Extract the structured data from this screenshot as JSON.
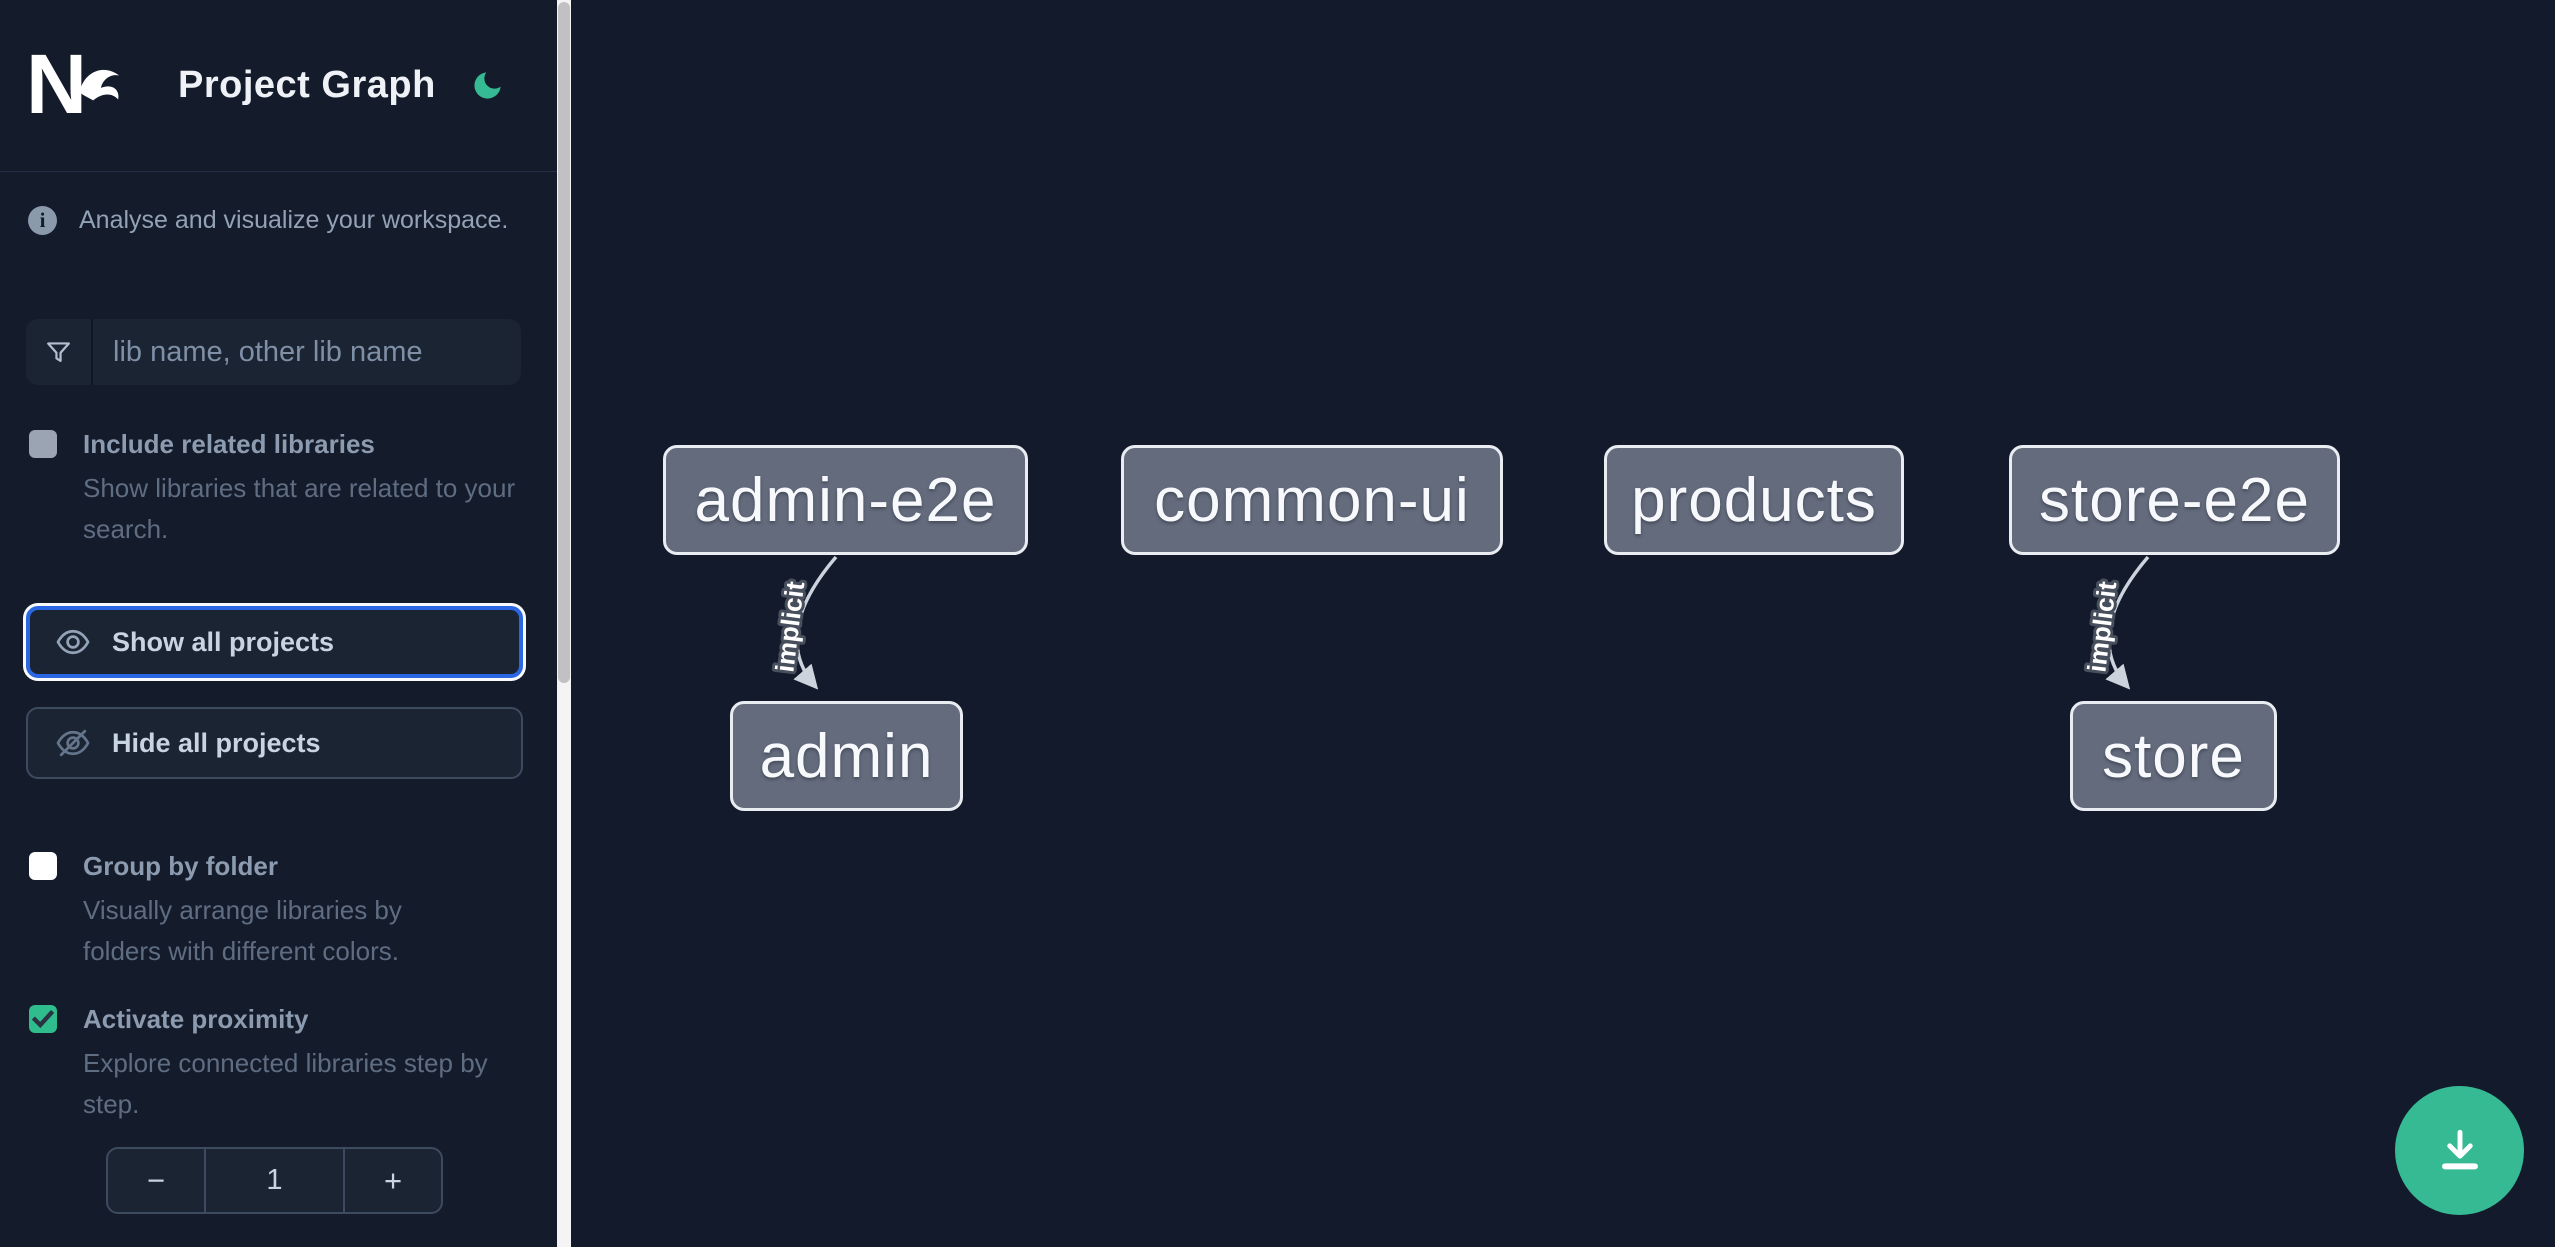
{
  "header": {
    "title": "Project Graph",
    "logo_text": "N"
  },
  "sidebar": {
    "info_text": "Analyse and visualize your workspace.",
    "search": {
      "placeholder": "lib name, other lib name",
      "value": ""
    },
    "include_related": {
      "label": "Include related libraries",
      "description": "Show libraries that are related to your search.",
      "checked": false
    },
    "show_all_label": "Show all projects",
    "hide_all_label": "Hide all projects",
    "group_by_folder": {
      "label": "Group by folder",
      "description": "Visually arrange libraries by folders with different colors.",
      "checked": false
    },
    "activate_proximity": {
      "label": "Activate proximity",
      "description": "Explore connected libraries step by step.",
      "checked": true
    },
    "stepper": {
      "decrement": "−",
      "value": "1",
      "increment": "+"
    }
  },
  "graph": {
    "nodes": [
      {
        "id": "admin-e2e",
        "label": "admin-e2e"
      },
      {
        "id": "common-ui",
        "label": "common-ui"
      },
      {
        "id": "products",
        "label": "products"
      },
      {
        "id": "store-e2e",
        "label": "store-e2e"
      },
      {
        "id": "admin",
        "label": "admin"
      },
      {
        "id": "store",
        "label": "store"
      }
    ],
    "edges": [
      {
        "source": "admin-e2e",
        "target": "admin",
        "label": "implicit"
      },
      {
        "source": "store-e2e",
        "target": "store",
        "label": "implicit"
      }
    ]
  },
  "fab": {
    "action": "download"
  },
  "colors": {
    "accent_green": "#35ba93",
    "focus_blue": "#2b66e3",
    "node_fill": "#636b7d",
    "node_border": "#e9edf2",
    "sidebar_bg": "#141b2a",
    "canvas_bg": "#121a2b",
    "edge": "#ccd3dd"
  }
}
